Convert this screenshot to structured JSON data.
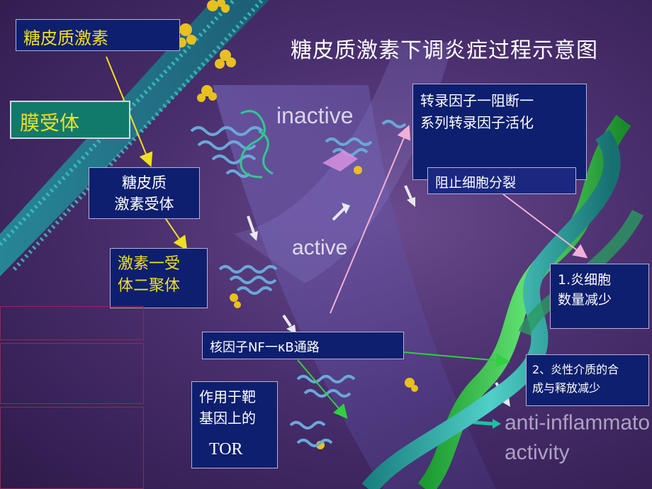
{
  "title": "糖皮质激素下调炎症过程示意图",
  "boxes": {
    "glucocorticoid": "糖皮质激素",
    "membrane_receptor": "膜受体",
    "gc_receptor_line1": "糖皮质",
    "gc_receptor_line2": "激素受体",
    "dimer_line1": "激素一受",
    "dimer_line2": "体二聚体",
    "transcription_line1": "转录因子一阻断一",
    "transcription_line2": "系列转录因子活化",
    "block_division": "阻止细胞分裂",
    "inflam_cells_line1": "1.炎细胞",
    "inflam_cells_line2": "数量减少",
    "nfkb": "核因子NF一κB通路",
    "mediators_line1": "2、炎性介质的合",
    "mediators_line2": "成与释放减少",
    "target_line1": "作用于靶",
    "target_line2": "基因上的",
    "target_line3": "TOR"
  },
  "background_labels": {
    "inactive": "inactive",
    "active": "active",
    "anti_line1": "anti-inflammato",
    "anti_line2": "activity"
  },
  "colors": {
    "box_bg": "#0d1f6e",
    "arrow_yellow": "#f0e020",
    "arrow_pink": "#f0b0d8",
    "arrow_green": "#20c040",
    "membrane_box_bg": "#127a6a",
    "membrane_text": "#f0e020"
  }
}
